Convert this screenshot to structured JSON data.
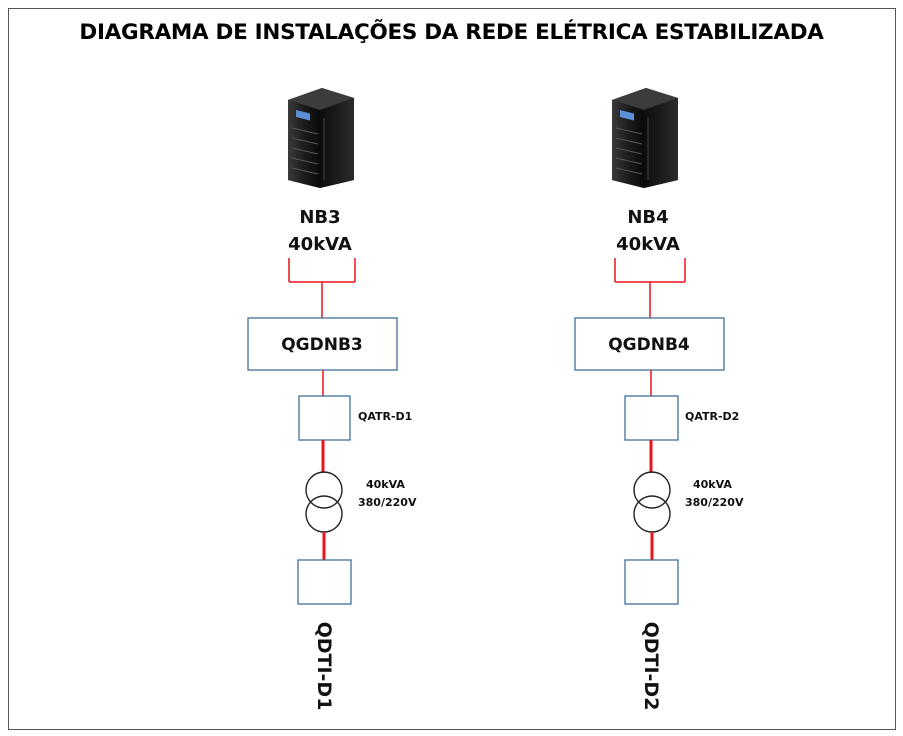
{
  "title": "DIAGRAMA DE INSTALAÇÕES DA REDE ELÉTRICA ESTABILIZADA",
  "colors": {
    "line": "#e8141c",
    "box_border": "#41719c",
    "ups_body": "#1a1a1a"
  },
  "branches": [
    {
      "ups_icon": "ups-tower-icon",
      "ups_name": "NB3",
      "ups_rating": "40kVA",
      "panel": "QGDNB3",
      "atr": "QATR-D1",
      "transformer_icon": "transformer-icon",
      "transformer_rating": "40kVA",
      "transformer_voltage": "380/220V",
      "distribution": "QDTI-D1"
    },
    {
      "ups_icon": "ups-tower-icon",
      "ups_name": "NB4",
      "ups_rating": "40kVA",
      "panel": "QGDNB4",
      "atr": "QATR-D2",
      "transformer_icon": "transformer-icon",
      "transformer_rating": "40kVA",
      "transformer_voltage": "380/220V",
      "distribution": "QDTI-D2"
    }
  ]
}
